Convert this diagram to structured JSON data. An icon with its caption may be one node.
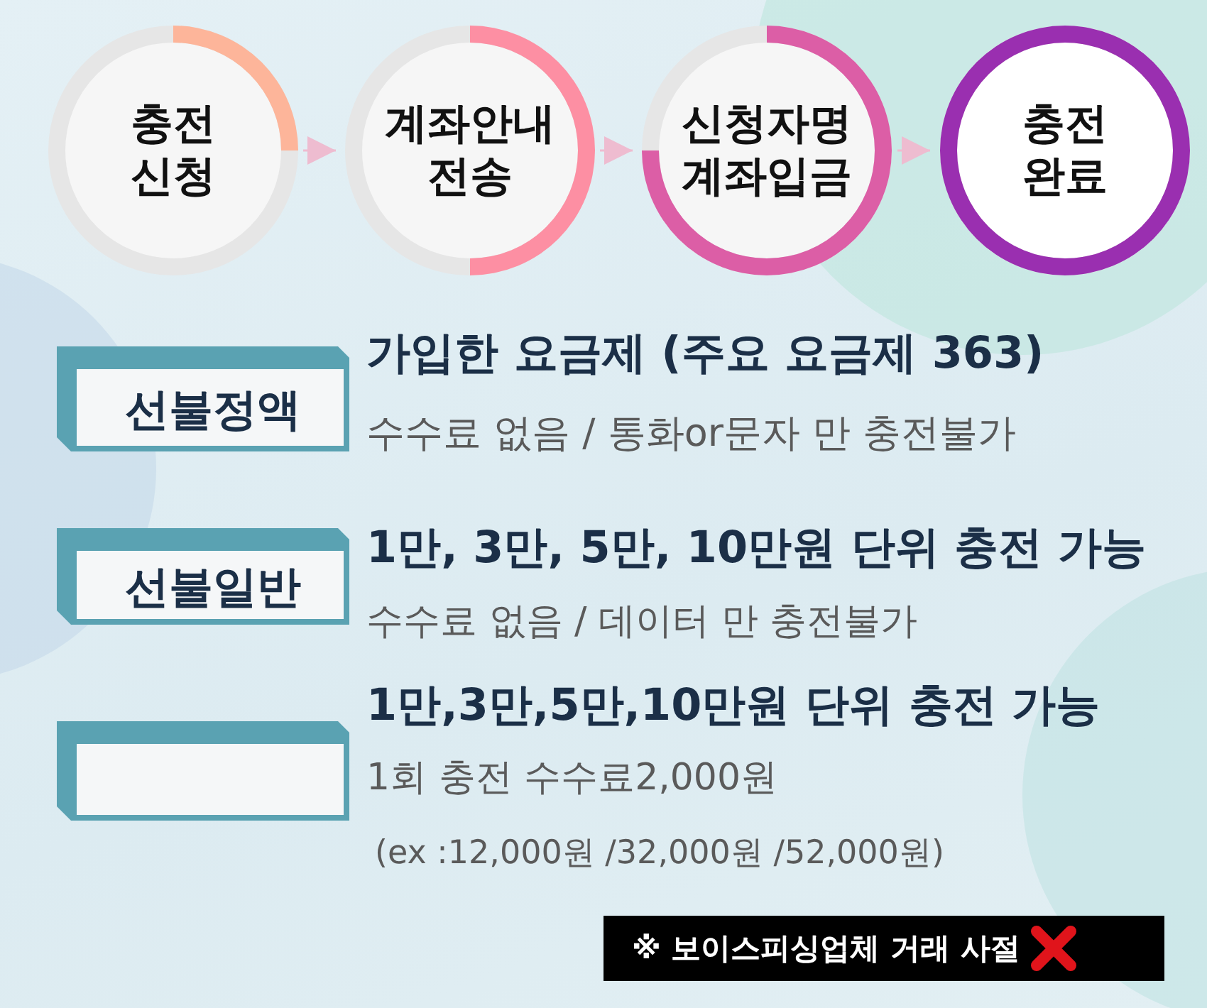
{
  "diagram": {
    "nodes": [
      {
        "text": [
          "충전 신청"
        ]
      },
      {
        "text": [
          "계좌안내 전송"
        ]
      },
      {
        "text": [
          "신청자명 계좌입금"
        ]
      },
      {
        "text": [
          "충전 완료"
        ]
      },
      {
        "text": [
          "선불정액"
        ],
        "beside": [
          "가입한 요금제 (주요 요금제 363)",
          "수수료 없음 / 통화or문자 만 충전불가"
        ]
      },
      {
        "text": [
          "선불일반"
        ],
        "beside": [
          "1만, 3만, 5만, 10만원 단위 충전 가능",
          "수수료 없음 / 데이터 만 충전불가"
        ]
      },
      {
        "text": [],
        "shape": "box",
        "beside": [
          "1만,3만,5만,10만원 단위 충전 가능",
          "1회 충전 수수료2,000원",
          "(ex :12,000원 /32,000원 /52,000원)"
        ]
      },
      {
        "text": [
          "※ 보이스피싱업체 거래 사절"
        ]
      }
    ],
    "edges": [
      {
        "from": 0,
        "to": 1,
        "arrow": "to"
      },
      {
        "from": 1,
        "to": 2,
        "arrow": "to"
      },
      {
        "from": 2,
        "to": 3,
        "arrow": "to"
      }
    ]
  }
}
